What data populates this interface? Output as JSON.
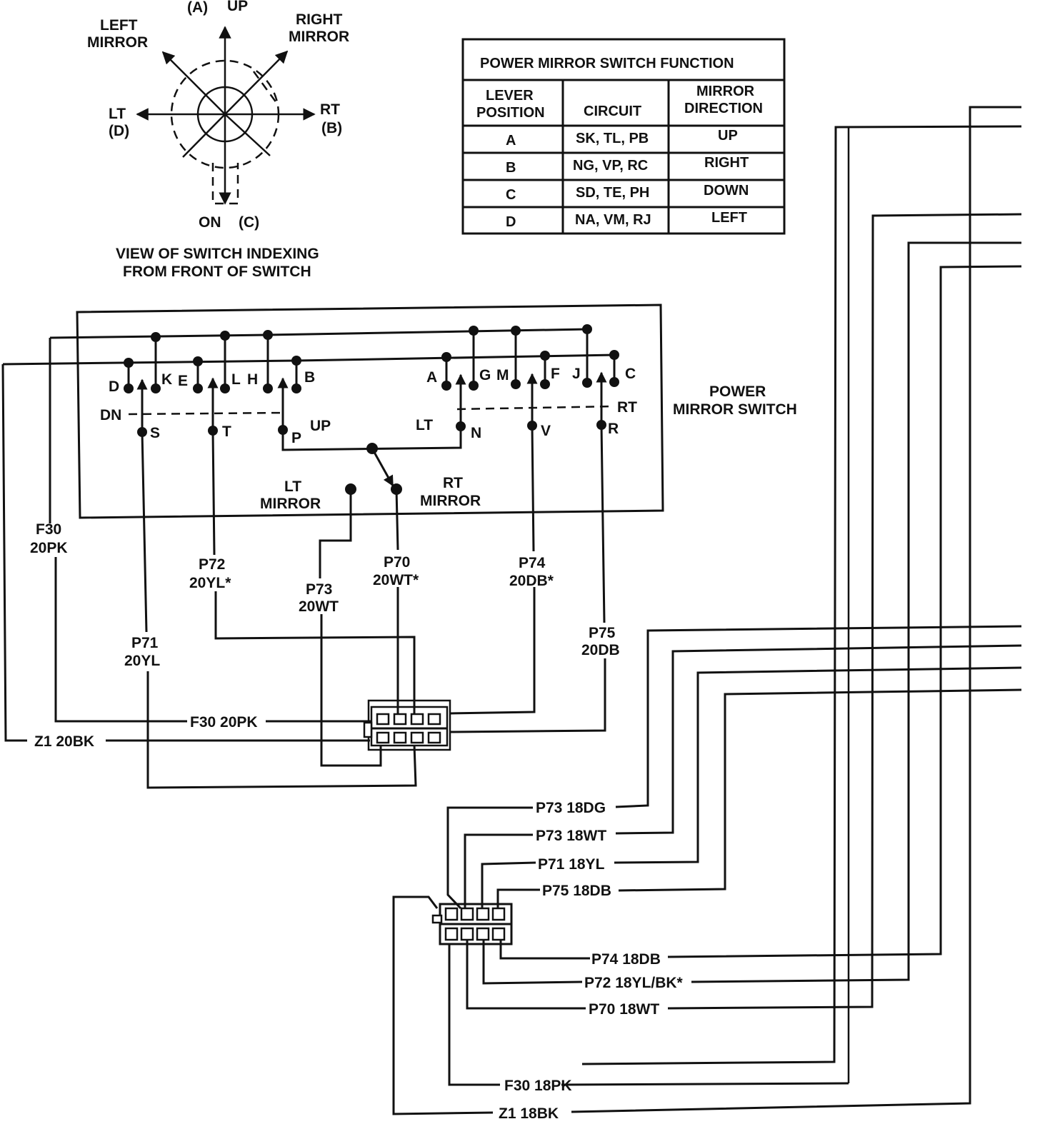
{
  "switch_view": {
    "up": "UP",
    "a": "(A)",
    "left_mirror": [
      "LEFT",
      "MIRROR"
    ],
    "right_mirror": [
      "RIGHT",
      "MIRROR"
    ],
    "lt": "LT",
    "d": "(D)",
    "rt": "RT",
    "b": "(B)",
    "on": "ON",
    "c": "(C)",
    "caption": [
      "VIEW OF SWITCH INDEXING",
      "FROM FRONT OF SWITCH"
    ]
  },
  "table": {
    "title": "POWER MIRROR SWITCH FUNCTION",
    "headers": [
      [
        "LEVER",
        "POSITION"
      ],
      [
        "CIRCUIT"
      ],
      [
        "MIRROR",
        "DIRECTION"
      ]
    ],
    "rows": [
      [
        "A",
        "SK, TL, PB",
        "UP"
      ],
      [
        "B",
        "NG, VP, RC",
        "RIGHT"
      ],
      [
        "C",
        "SD, TE, PH",
        "DOWN"
      ],
      [
        "D",
        "NA, VM, RJ",
        "LEFT"
      ]
    ]
  },
  "switch_box": {
    "title": [
      "POWER",
      "MIRROR SWITCH"
    ],
    "top_contacts": [
      "D",
      "K",
      "E",
      "L",
      "H",
      "B",
      "A",
      "G",
      "M",
      "F",
      "J",
      "C"
    ],
    "bottom_contacts": [
      "S",
      "T",
      "P",
      "N",
      "V",
      "R"
    ],
    "dn": "DN",
    "up": "UP",
    "lt": "LT",
    "rt": "RT",
    "lt_mirror": [
      "LT",
      "MIRROR"
    ],
    "rt_mirror": [
      "RT",
      "MIRROR"
    ]
  },
  "wires": {
    "f30": [
      "F30",
      "20PK"
    ],
    "p72": [
      "P72",
      "20YL*"
    ],
    "p73": [
      "P73",
      "20WT"
    ],
    "p70": [
      "P70",
      "20WT*"
    ],
    "p74": [
      "P74",
      "20DB*"
    ],
    "p75": [
      "P75",
      "20DB"
    ],
    "p71": [
      "P71",
      "20YL"
    ],
    "f30_conn": "F30 20PK",
    "z1_conn": "Z1 20BK"
  },
  "harness": {
    "p73dg": "P73 18DG",
    "p73wt": "P73 18WT",
    "p71": "P71 18YL",
    "p75": "P75 18DB",
    "p74": "P74 18DB",
    "p72": "P72 18YL/BK*",
    "p70": "P70 18WT",
    "f30": "F30 18PK",
    "z1": "Z1 18BK"
  }
}
